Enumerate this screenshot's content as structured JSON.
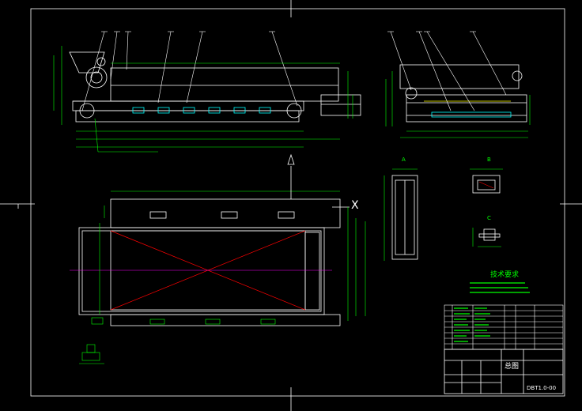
{
  "technical_requirements": {
    "heading": "技术要求"
  },
  "view_labels": {
    "left_elevation_cut": "X",
    "section_a": "A",
    "section_b": "B",
    "section_c": "C"
  },
  "title_block": {
    "main_title": "总图",
    "drawing_number": "DBT1.0-00",
    "company": "",
    "product_name": ""
  },
  "colors": {
    "background": "#000000",
    "frame": "#ffffff",
    "geometry": "#ffffff",
    "dimensions": "#00ff00",
    "section_hatch": "#ff0000",
    "detail_fill": "#00ffff",
    "highlight": "#ffff00",
    "center_mark": "#ff00ff"
  }
}
